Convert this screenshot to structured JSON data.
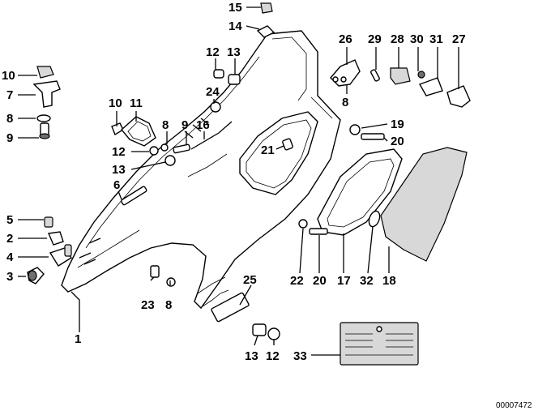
{
  "diagram": {
    "reference_number": "00007472",
    "callouts": [
      {
        "id": "c1",
        "text": "1"
      },
      {
        "id": "c2",
        "text": "2"
      },
      {
        "id": "c3",
        "text": "3"
      },
      {
        "id": "c4",
        "text": "4"
      },
      {
        "id": "c5",
        "text": "5"
      },
      {
        "id": "c6",
        "text": "6"
      },
      {
        "id": "c7",
        "text": "7"
      },
      {
        "id": "c8a",
        "text": "8"
      },
      {
        "id": "c8b",
        "text": "8"
      },
      {
        "id": "c8c",
        "text": "8"
      },
      {
        "id": "c8d",
        "text": "8"
      },
      {
        "id": "c9a",
        "text": "9"
      },
      {
        "id": "c9b",
        "text": "9"
      },
      {
        "id": "c10a",
        "text": "10"
      },
      {
        "id": "c10b",
        "text": "10"
      },
      {
        "id": "c11",
        "text": "11"
      },
      {
        "id": "c12a",
        "text": "12"
      },
      {
        "id": "c12b",
        "text": "12"
      },
      {
        "id": "c12c",
        "text": "12"
      },
      {
        "id": "c13a",
        "text": "13"
      },
      {
        "id": "c13b",
        "text": "13"
      },
      {
        "id": "c13c",
        "text": "13"
      },
      {
        "id": "c14",
        "text": "14"
      },
      {
        "id": "c15",
        "text": "15"
      },
      {
        "id": "c16",
        "text": "16"
      },
      {
        "id": "c17",
        "text": "17"
      },
      {
        "id": "c18",
        "text": "18"
      },
      {
        "id": "c19",
        "text": "19"
      },
      {
        "id": "c20a",
        "text": "20"
      },
      {
        "id": "c20b",
        "text": "20"
      },
      {
        "id": "c21",
        "text": "21"
      },
      {
        "id": "c22",
        "text": "22"
      },
      {
        "id": "c23",
        "text": "23"
      },
      {
        "id": "c24",
        "text": "24"
      },
      {
        "id": "c25",
        "text": "25"
      },
      {
        "id": "c26",
        "text": "26"
      },
      {
        "id": "c27",
        "text": "27"
      },
      {
        "id": "c28",
        "text": "28"
      },
      {
        "id": "c29",
        "text": "29"
      },
      {
        "id": "c30",
        "text": "30"
      },
      {
        "id": "c31",
        "text": "31"
      },
      {
        "id": "c32",
        "text": "32"
      },
      {
        "id": "c33",
        "text": "33"
      }
    ]
  }
}
